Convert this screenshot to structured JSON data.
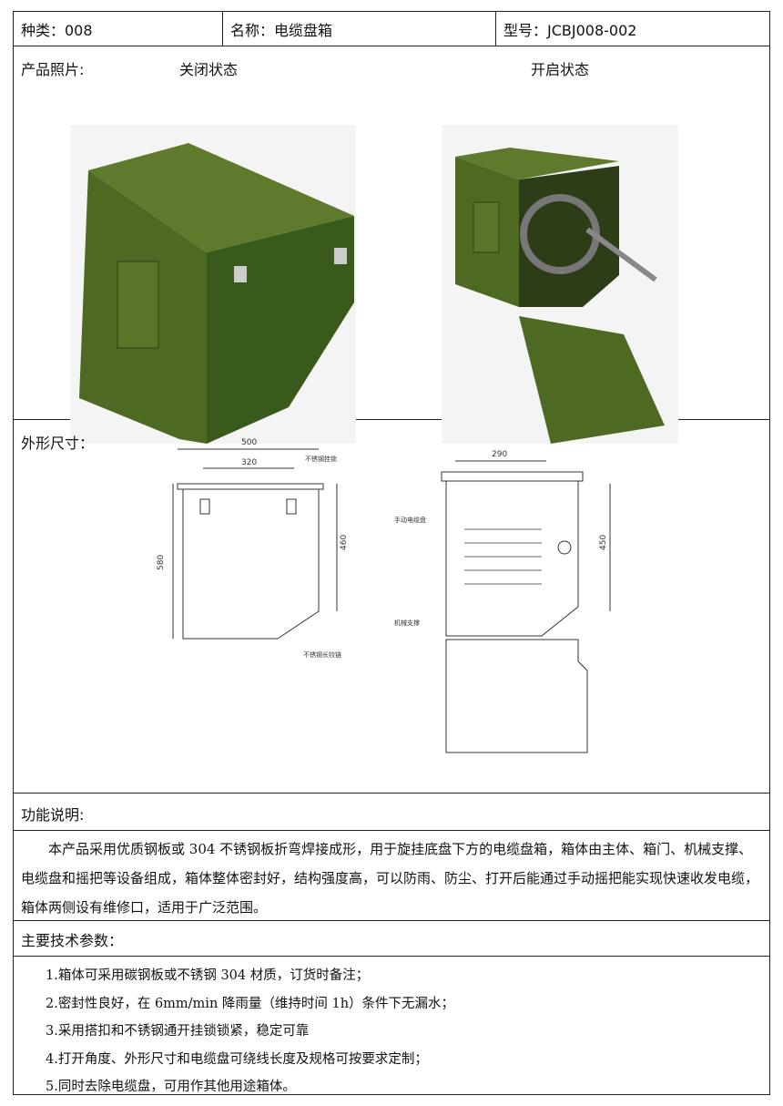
{
  "header": {
    "category": "种类：008",
    "name": "名称：电缆盘箱",
    "model": "型号：JCBJ008-002"
  },
  "photos": {
    "label": "产品照片:",
    "closed": "关闭状态",
    "open": "开启状态"
  },
  "dimensions": {
    "label": "外形尺寸：",
    "width": "500",
    "lock_spacing": "320",
    "height": "580",
    "side_height": "460",
    "reel_width": "290",
    "inner_height": "450",
    "callout_lock": "不锈钢挂锁",
    "callout_hinge": "不锈钢长铰链",
    "callout_reel": "手动电缆盘",
    "callout_support": "机械支撑"
  },
  "function": {
    "label": "功能说明:",
    "text": "本产品采用优质钢板或 304 不锈钢板折弯焊接成形，用于旋挂底盘下方的电缆盘箱，箱体由主体、箱门、机械支撑、电缆盘和摇把等设备组成，箱体整体密封好，结构强度高，可以防雨、防尘、打开后能通过手动摇把能实现快速收发电缆，箱体两侧设有维修口，适用于广泛范围。"
  },
  "params": {
    "label": "主要技术参数：",
    "items": [
      "1.箱体可采用碳钢板或不锈钢 304 材质，订货时备注；",
      "2.密封性良好，在 6mm/min 降雨量（维持时间 1h）条件下无漏水；",
      "3.采用搭扣和不锈钢通开挂锁锁紧，稳定可靠",
      "4.打开角度、外形尺寸和电缆盘可绕线长度及规格可按要求定制；",
      "5.同时去除电缆盘，可用作其他用途箱体。"
    ]
  }
}
